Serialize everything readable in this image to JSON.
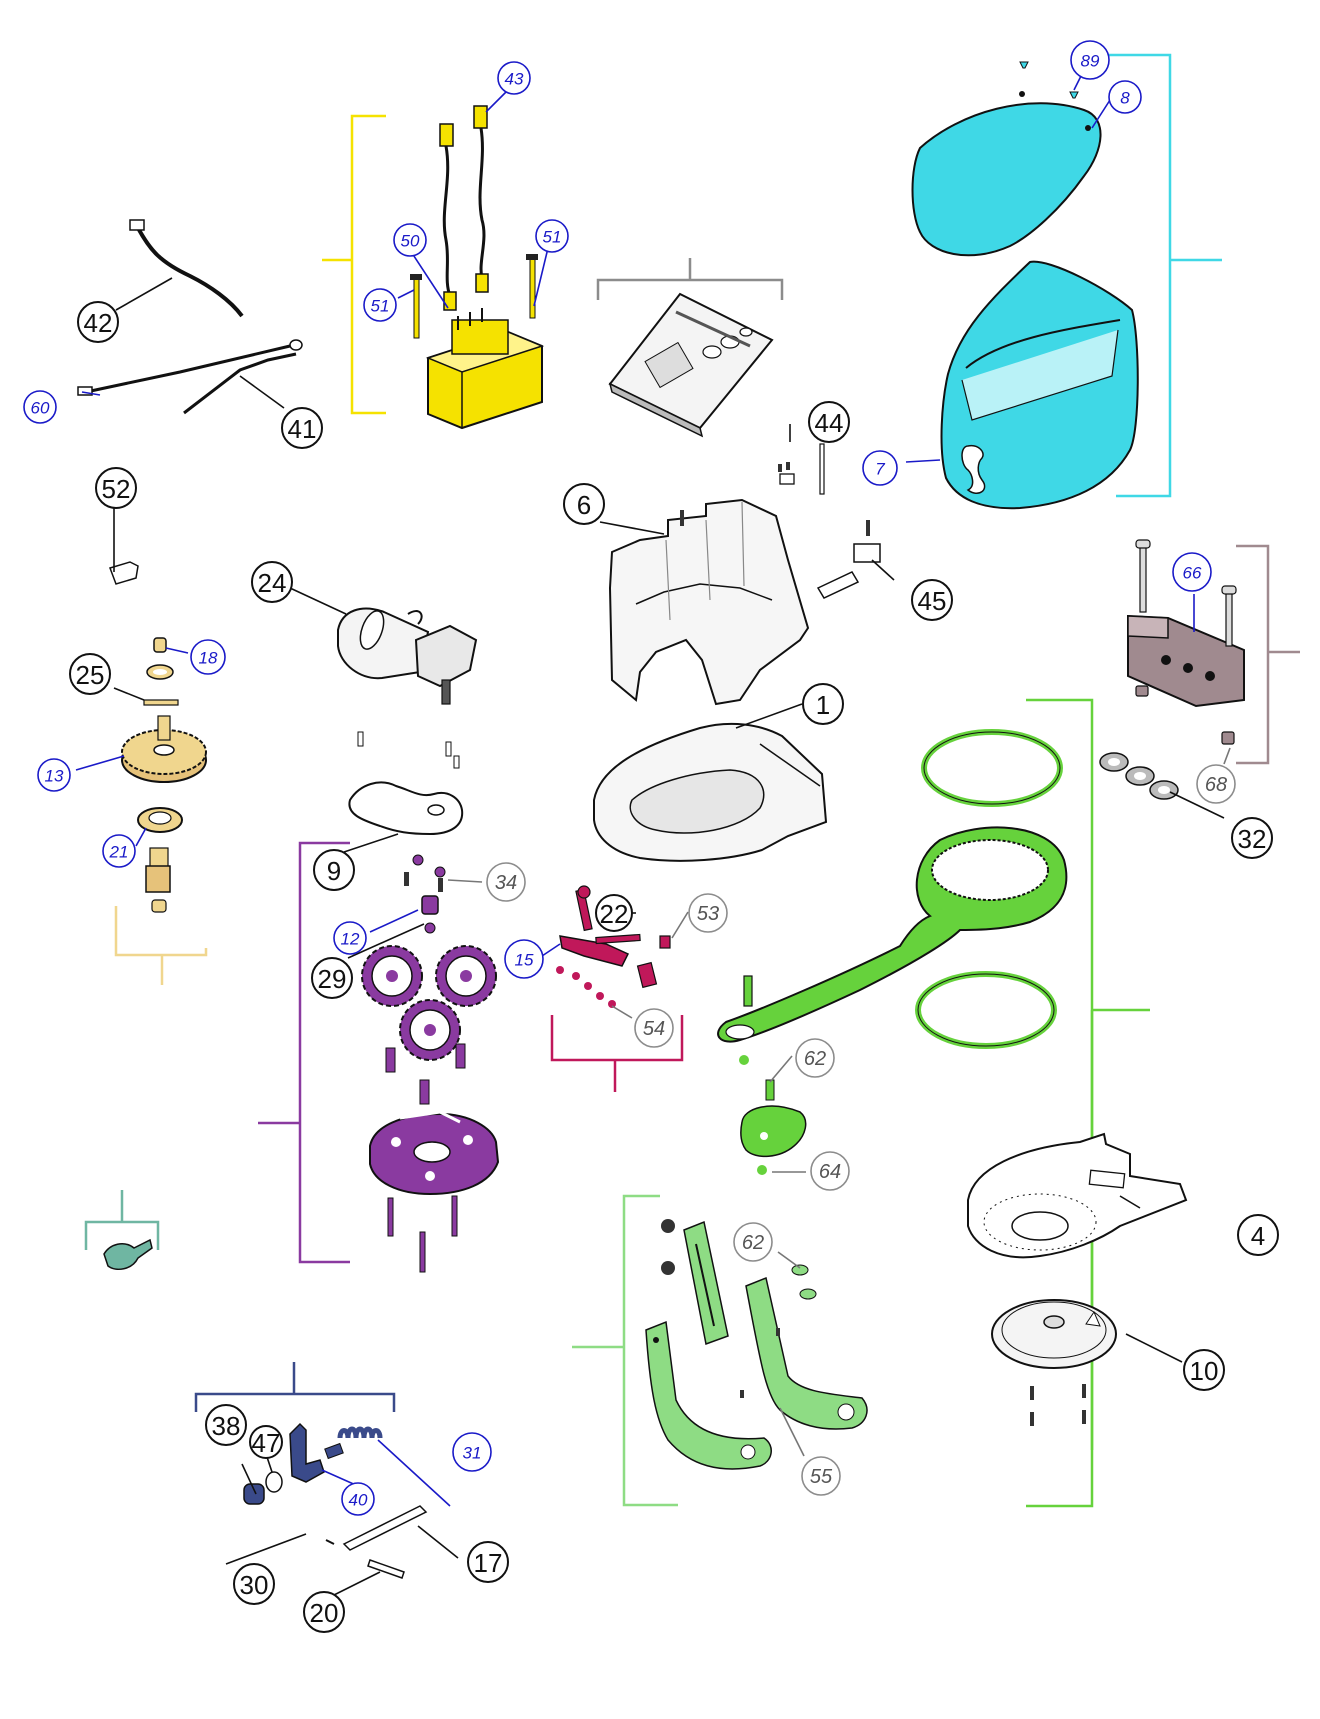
{
  "colors": {
    "yellow_group": "#f5e200",
    "cyan_group": "#3fd8e6",
    "mauve_group": "#a08a8f",
    "green_group": "#66d23c",
    "light_green_group": "#8edc84",
    "purple_group": "#8a3aa0",
    "red_group": "#c0185a",
    "beige_group": "#f0d68e",
    "teal_group": "#6fb6a2",
    "navy_group": "#3a4a8a",
    "grey_group": "#8c8c8c",
    "blue_callout": "#1a1ac8"
  },
  "callouts": {
    "c1": "1",
    "c4": "4",
    "c6": "6",
    "c7": "7",
    "c8": "8",
    "c9": "9",
    "c10": "10",
    "c12": "12",
    "c13": "13",
    "c15": "15",
    "c17": "17",
    "c18": "18",
    "c20": "20",
    "c21": "21",
    "c22": "22",
    "c24": "24",
    "c25": "25",
    "c29": "29",
    "c30": "30",
    "c31": "31",
    "c32": "32",
    "c34": "34",
    "c38": "38",
    "c40": "40",
    "c41": "41",
    "c42": "42",
    "c43": "43",
    "c44": "44",
    "c45": "45",
    "c47": "47",
    "c50": "50",
    "c51a": "51",
    "c51b": "51",
    "c52": "52",
    "c53": "53",
    "c54": "54",
    "c55": "55",
    "c60": "60",
    "c62a": "62",
    "c62b": "62",
    "c64": "64",
    "c66": "66",
    "c68": "68",
    "c89": "89"
  }
}
